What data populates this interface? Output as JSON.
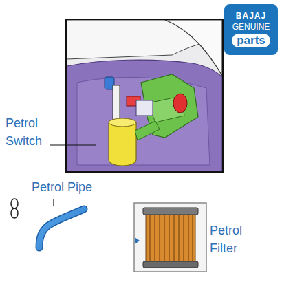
{
  "diagram": {
    "nodes": [
      {
        "text": [
          "BAJAJ",
          "GENUINE",
          "parts"
        ]
      }
    ],
    "labels": [
      "Petrol Switch",
      "Petrol Pipe",
      "Petrol Filter"
    ]
  }
}
